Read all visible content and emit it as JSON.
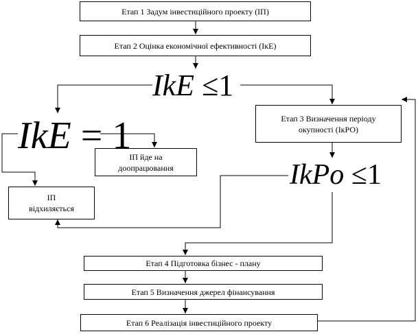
{
  "stages": {
    "s1": "Етап 1 Задум інвестиційного проекту (ІП)",
    "s2": "Етап 2 Оцінка економічної ефективності (ІкЕ)",
    "s3": "Етап 3 Визначення періоду окупності (ІкРО)",
    "s4": "Етап 4 Підготовка бізнес - плану",
    "s5": "Етап 5 Визначення джерел фінансування",
    "s6": "Етап 6 Реалізація інвестиційного проекту"
  },
  "outcomes": {
    "rework": "ІП йде на доопрацювання",
    "rejected": "ІП відхиляється"
  },
  "conditions": {
    "ike_le_var": "IkE",
    "ike_le_op": "≤",
    "ike_le_num": "1",
    "ike_eq_var": "IkE",
    "ike_eq_op": "=",
    "ike_eq_num": "1",
    "ikpo_var": "IkPo",
    "ikpo_op": "≤",
    "ikpo_num": "1"
  }
}
